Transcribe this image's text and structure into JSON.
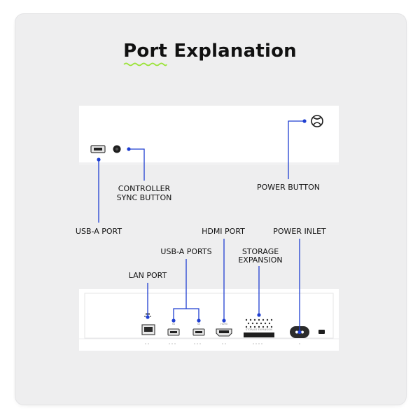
{
  "title": {
    "word1": "Port",
    "word2": "Explanation"
  },
  "labels": {
    "controller_sync_line1": "CONTROLLER",
    "controller_sync_line2": "SYNC BUTTON",
    "power_button": "POWER BUTTON",
    "usb_a_port": "USB-A PORT",
    "hdmi_port": "HDMI PORT",
    "power_inlet": "POWER INLET",
    "usb_a_ports": "USB-A PORTS",
    "storage_line1": "STORAGE",
    "storage_line2": "EXPANSION",
    "lan_port": "LAN PORT"
  },
  "port_markings": {
    "usb1": "SS",
    "usb2": "SS",
    "hdmi": "HDMI",
    "storage": "STORAGE EXPANSION"
  },
  "colors": {
    "accent": "#1f3fd1",
    "squiggle": "#9be33a",
    "console": "#ffffff",
    "background": "#eeeeef"
  },
  "icons": [
    "xbox-logo-icon",
    "ethernet-icon"
  ]
}
